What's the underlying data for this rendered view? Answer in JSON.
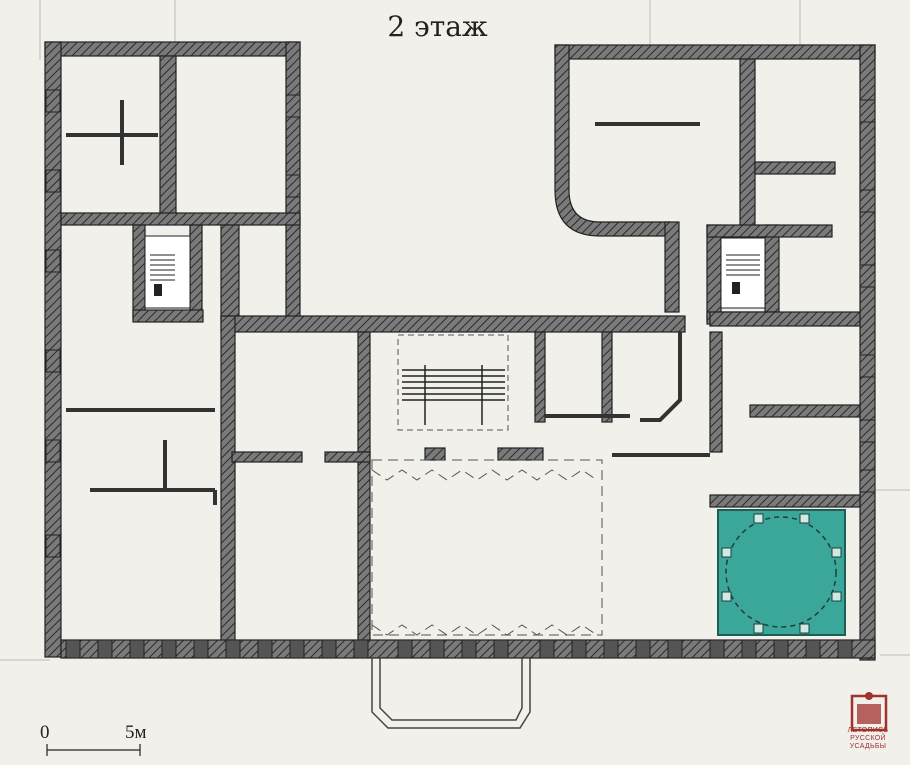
{
  "title": "2 этаж",
  "scale": {
    "zero": "0",
    "five": "5м"
  },
  "logo": {
    "lines": [
      "ЛЕТОПИСЬ",
      "РУССКОЙ",
      "УСАДЬБЫ"
    ]
  },
  "colors": {
    "background": "#f2f0ea",
    "wall_fill": "#6e6e6e",
    "wall_stroke": "#222222",
    "highlight_room": "#3aa79a",
    "logo": "#a0322f"
  }
}
